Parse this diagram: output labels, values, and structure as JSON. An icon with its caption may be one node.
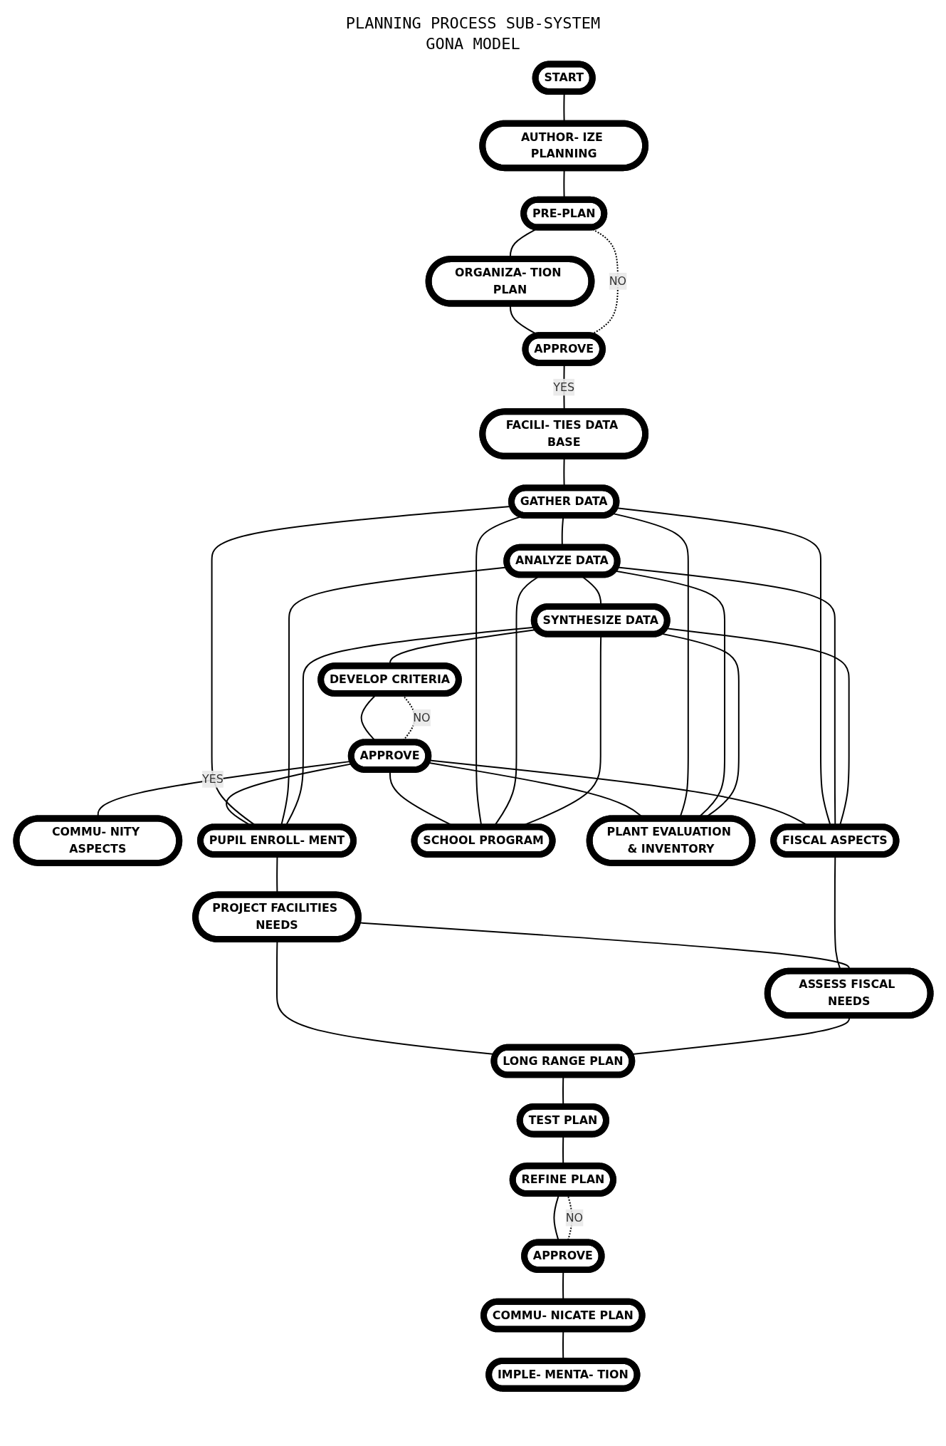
{
  "diagram": {
    "title": "PLANNING PROCESS SUB-SYSTEM",
    "nodes": [
      {
        "text": [
          "START"
        ]
      },
      {
        "text": [
          "AUTHOR- IZE PLANNING"
        ]
      },
      {
        "text": [
          "PRE-PLAN"
        ]
      },
      {
        "text": [
          "ORGANIZA- TION PLAN"
        ]
      },
      {
        "text": [
          "APPROVE"
        ]
      },
      {
        "text": [
          "FACILI- TIES DATA BASE"
        ]
      },
      {
        "text": [
          "GATHER DATA"
        ]
      },
      {
        "text": [
          "ANALYZE DATA"
        ]
      },
      {
        "text": [
          "SYNTHESIZE DATA"
        ]
      },
      {
        "text": [
          "DEVELOP CRITERIA"
        ]
      },
      {
        "text": [
          "APPROVE"
        ]
      },
      {
        "text": [
          "COMMU- NITY ASPECTS"
        ]
      },
      {
        "text": [
          "PUPIL ENROLL- MENT"
        ]
      },
      {
        "text": [
          "SCHOOL PROGRAM"
        ]
      },
      {
        "text": [
          "PLANT EVALUATION & INVENTORY"
        ]
      },
      {
        "text": [
          "FISCAL ASPECTS"
        ]
      },
      {
        "text": [
          "PROJECT FACILITIES NEEDS"
        ]
      },
      {
        "text": [
          "ASSESS FISCAL NEEDS"
        ]
      },
      {
        "text": [
          "LONG RANGE PLAN"
        ]
      },
      {
        "text": [
          "TEST PLAN"
        ]
      },
      {
        "text": [
          "REFINE PLAN"
        ]
      },
      {
        "text": [
          "APPROVE"
        ]
      },
      {
        "text": [
          "COMMU- NICATE PLAN"
        ]
      },
      {
        "text": [
          "IMPLE- MENTA- TION"
        ]
      }
    ],
    "edges": [
      {
        "from": 0,
        "to": 1,
        "arrow": "none"
      },
      {
        "from": 1,
        "to": 2,
        "arrow": "none"
      },
      {
        "from": 2,
        "to": 3,
        "arrow": "none"
      },
      {
        "from": 3,
        "to": 4,
        "arrow": "none"
      },
      {
        "from": 4,
        "to": 5,
        "arrow": "none",
        "label": "YES"
      },
      {
        "from": 4,
        "to": 2,
        "arrow": "none",
        "label": "NO",
        "style": "dashed"
      },
      {
        "from": 5,
        "to": 6,
        "arrow": "none"
      },
      {
        "from": 6,
        "to": 7,
        "arrow": "none"
      },
      {
        "from": 7,
        "to": 8,
        "arrow": "none"
      },
      {
        "from": 8,
        "to": 9,
        "arrow": "none"
      },
      {
        "from": 9,
        "to": 10,
        "arrow": "none"
      },
      {
        "from": 10,
        "to": 9,
        "arrow": "none",
        "label": "NO",
        "style": "dashed"
      },
      {
        "from": 10,
        "to": 11,
        "arrow": "none",
        "label": "YES"
      },
      {
        "from": 10,
        "to": 12,
        "arrow": "none"
      },
      {
        "from": 10,
        "to": 13,
        "arrow": "none"
      },
      {
        "from": 10,
        "to": 14,
        "arrow": "none"
      },
      {
        "from": 10,
        "to": 15,
        "arrow": "none"
      },
      {
        "from": 6,
        "to": 12,
        "arrow": "none"
      },
      {
        "from": 6,
        "to": 13,
        "arrow": "none"
      },
      {
        "from": 6,
        "to": 14,
        "arrow": "none"
      },
      {
        "from": 6,
        "to": 15,
        "arrow": "none"
      },
      {
        "from": 7,
        "to": 12,
        "arrow": "none"
      },
      {
        "from": 7,
        "to": 13,
        "arrow": "none"
      },
      {
        "from": 7,
        "to": 14,
        "arrow": "none"
      },
      {
        "from": 7,
        "to": 15,
        "arrow": "none"
      },
      {
        "from": 8,
        "to": 12,
        "arrow": "none"
      },
      {
        "from": 8,
        "to": 13,
        "arrow": "none"
      },
      {
        "from": 8,
        "to": 14,
        "arrow": "none"
      },
      {
        "from": 8,
        "to": 15,
        "arrow": "none"
      },
      {
        "from": 12,
        "to": 16,
        "arrow": "none"
      },
      {
        "from": 15,
        "to": 17,
        "arrow": "none"
      },
      {
        "from": 16,
        "to": 17,
        "arrow": "none"
      },
      {
        "from": 16,
        "to": 18,
        "arrow": "none"
      },
      {
        "from": 17,
        "to": 18,
        "arrow": "none"
      },
      {
        "from": 18,
        "to": 19,
        "arrow": "none"
      },
      {
        "from": 19,
        "to": 20,
        "arrow": "none"
      },
      {
        "from": 20,
        "to": 21,
        "arrow": "none"
      },
      {
        "from": 21,
        "to": 20,
        "arrow": "none",
        "label": "NO",
        "style": "dashed"
      },
      {
        "from": 21,
        "to": 22,
        "arrow": "none"
      },
      {
        "from": 22,
        "to": 23,
        "arrow": "none"
      }
    ],
    "labels": [
      "GONA MODEL"
    ]
  }
}
